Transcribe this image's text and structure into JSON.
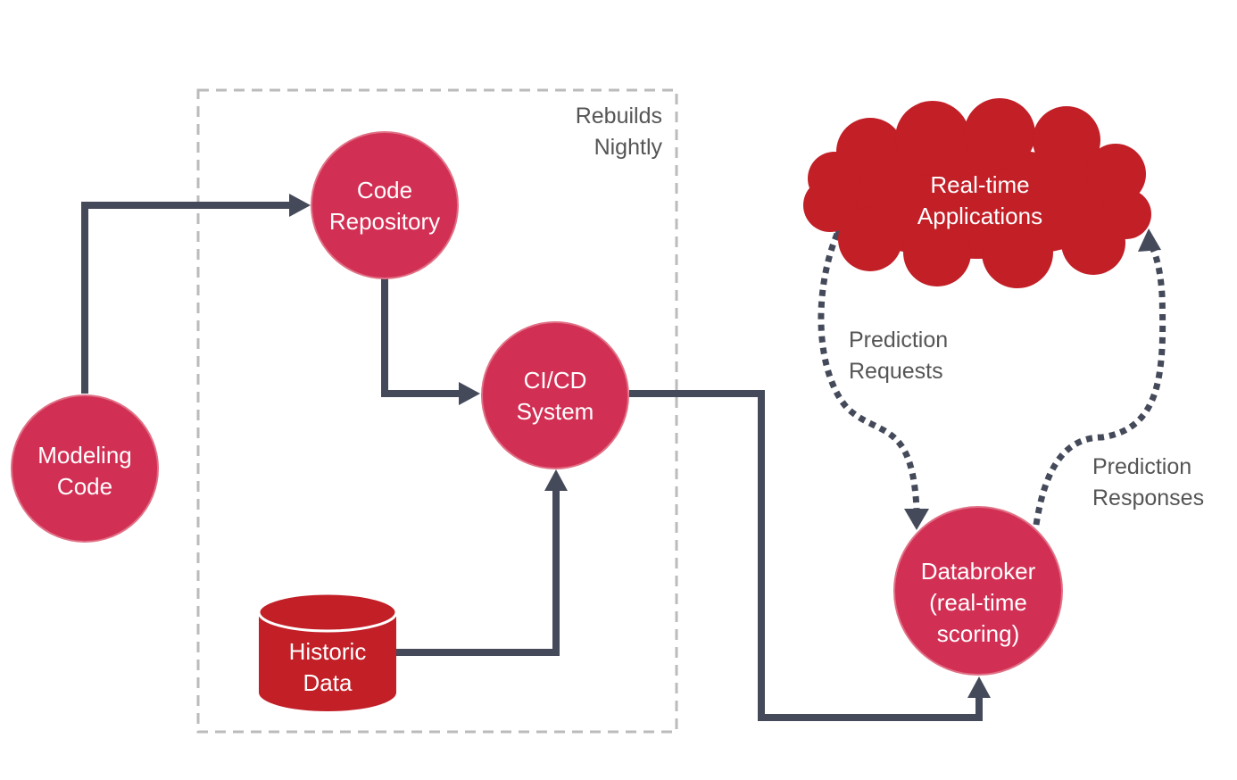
{
  "colors": {
    "node_fill": "#d22f54",
    "node_stroke": "#e07085",
    "store_fill": "#c21f27",
    "cloud_fill": "#c21f27",
    "arrow": "#454a5a",
    "boundary": "#bbbbbb",
    "annotation_text": "#555555",
    "node_text": "#ffffff"
  },
  "boundary": {
    "label_line1": "Rebuilds",
    "label_line2": "Nightly"
  },
  "nodes": {
    "modeling_code": {
      "line1": "Modeling",
      "line2": "Code"
    },
    "code_repository": {
      "line1": "Code",
      "line2": "Repository"
    },
    "cicd_system": {
      "line1": "CI/CD",
      "line2": "System"
    },
    "historic_data": {
      "line1": "Historic",
      "line2": "Data"
    },
    "databroker": {
      "line1": "Databroker",
      "line2": "(real-time",
      "line3": "scoring)"
    },
    "realtime_apps": {
      "line1": "Real-time",
      "line2": "Applications"
    }
  },
  "edges": {
    "prediction_requests": {
      "line1": "Prediction",
      "line2": "Requests"
    },
    "prediction_responses": {
      "line1": "Prediction",
      "line2": "Responses"
    }
  }
}
